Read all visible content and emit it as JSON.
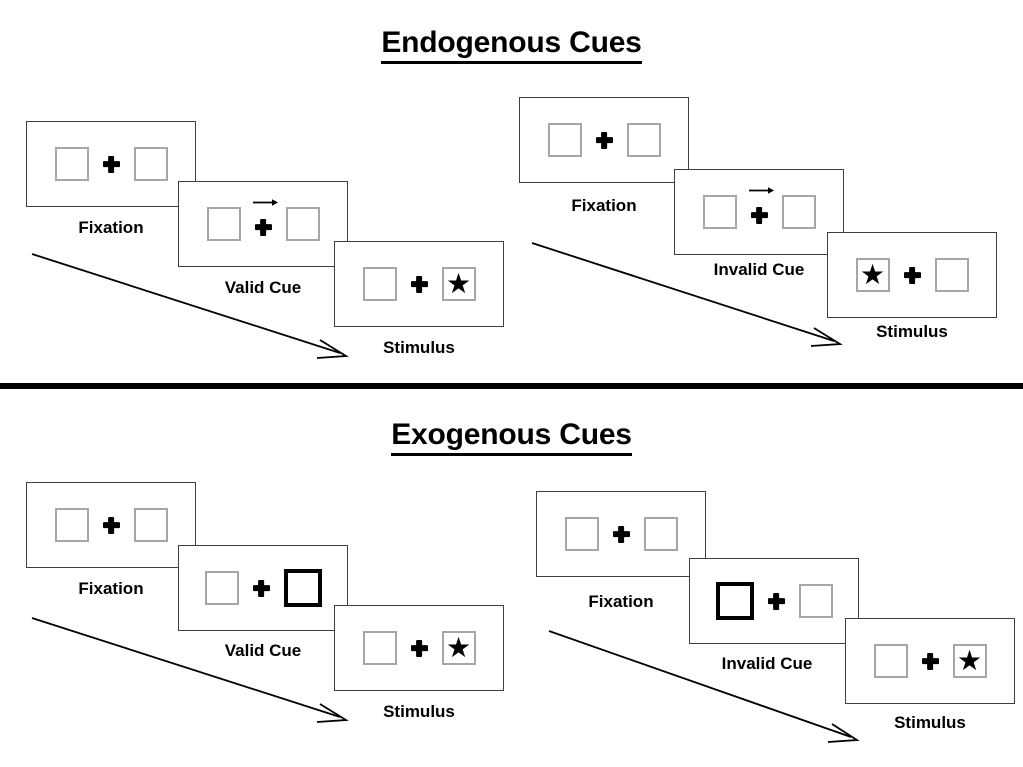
{
  "figure": {
    "title_endogenous": "Endogenous Cues",
    "title_exogenous": "Exogenous Cues",
    "divider": "section-divider"
  },
  "colors": {
    "background": "#ffffff",
    "ink": "#000000",
    "panel_border": "#3f3f3f",
    "box_border": "#a6a6a6",
    "cued_box_border": "#000000"
  },
  "glyphs": {
    "star": "★",
    "fixation_cross": "plus-sign",
    "cue_arrow": "rightwards-arrow",
    "flow_arrow": "diagonal-arrow"
  },
  "sections": [
    {
      "id": "endogenous",
      "title": "Endogenous Cues",
      "conditions": [
        {
          "id": "endogenous-valid",
          "cue_type": "Valid Cue",
          "panels": [
            {
              "stage": "Fixation",
              "left_box": "empty",
              "right_box": "empty",
              "cue": "none",
              "target": "none"
            },
            {
              "stage": "Valid Cue",
              "left_box": "empty",
              "right_box": "empty",
              "cue": "arrow-right",
              "target": "none"
            },
            {
              "stage": "Stimulus",
              "left_box": "empty",
              "right_box": "star",
              "cue": "none",
              "target": "right"
            }
          ]
        },
        {
          "id": "endogenous-invalid",
          "cue_type": "Invalid Cue",
          "panels": [
            {
              "stage": "Fixation",
              "left_box": "empty",
              "right_box": "empty",
              "cue": "none",
              "target": "none"
            },
            {
              "stage": "Invalid Cue",
              "left_box": "empty",
              "right_box": "empty",
              "cue": "arrow-right",
              "target": "none"
            },
            {
              "stage": "Stimulus",
              "left_box": "star",
              "right_box": "empty",
              "cue": "none",
              "target": "left"
            }
          ]
        }
      ]
    },
    {
      "id": "exogenous",
      "title": "Exogenous Cues",
      "conditions": [
        {
          "id": "exogenous-valid",
          "cue_type": "Valid Cue",
          "panels": [
            {
              "stage": "Fixation",
              "left_box": "empty",
              "right_box": "empty",
              "cue": "none",
              "target": "none"
            },
            {
              "stage": "Valid Cue",
              "left_box": "empty",
              "right_box": "highlighted",
              "cue": "box-flash-right",
              "target": "none"
            },
            {
              "stage": "Stimulus",
              "left_box": "empty",
              "right_box": "star",
              "cue": "none",
              "target": "right"
            }
          ]
        },
        {
          "id": "exogenous-invalid",
          "cue_type": "Invalid Cue",
          "panels": [
            {
              "stage": "Fixation",
              "left_box": "empty",
              "right_box": "empty",
              "cue": "none",
              "target": "none"
            },
            {
              "stage": "Invalid Cue",
              "left_box": "highlighted",
              "right_box": "empty",
              "cue": "box-flash-left",
              "target": "none"
            },
            {
              "stage": "Stimulus",
              "left_box": "empty",
              "right_box": "star",
              "cue": "none",
              "target": "right"
            }
          ]
        }
      ]
    }
  ],
  "labels": {
    "fixation": "Fixation",
    "valid_cue": "Valid Cue",
    "invalid_cue": "Invalid Cue",
    "stimulus": "Stimulus"
  }
}
